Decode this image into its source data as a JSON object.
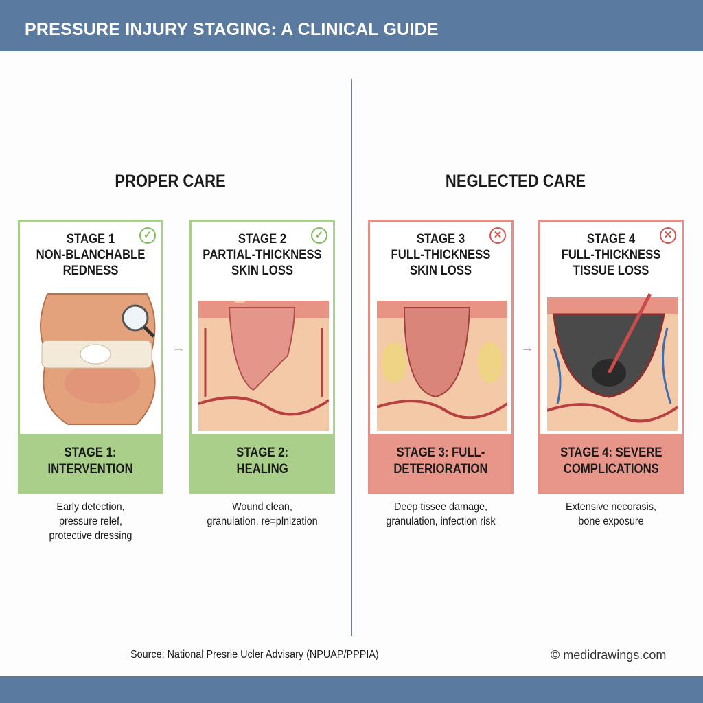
{
  "header": {
    "title": "PRESSURE INJURY STAGING: A CLINICAL GUIDE"
  },
  "sections": {
    "proper": "PROPER CARE",
    "neglected": "NEGLECTED CARE"
  },
  "cards": [
    {
      "title": "STAGE 1\nNON-BLANCHABLE\nREDNESS",
      "status": "check",
      "label": "STAGE 1:\nINTERVENTION",
      "desc": "Early detection,\npressure relef,\nprotective dressing"
    },
    {
      "title": "STAGE 2\nPARTIAL-THICKNESS\nSKIN LOSS",
      "status": "check",
      "label": "STAGE 2:\nHEALING",
      "desc": "Wound clean,\ngranulation, re=plnization"
    },
    {
      "title": "STAGE 3\nFULL-THICKNESS\nSKIN LOSS",
      "status": "cross",
      "label": "STAGE 3: FULL-\nDETERIORATION",
      "desc": "Deep tissee damage,\ngranulation, infection risk"
    },
    {
      "title": "STAGE 4\nFULL-THICKNESS\nTISSUE LOSS",
      "status": "cross",
      "label": "STAGE 4: SEVERE\nCOMPLICATIONS",
      "desc": "Extensive necorasis,\nbone exposure"
    }
  ],
  "icons": {
    "check": "✓",
    "cross": "✕",
    "arrow": "→"
  },
  "footer": {
    "source": "Source: National Presrie Ucler Advisary (NPUAP/PPPIA)",
    "copyright": "© medidrawings.com"
  },
  "colors": {
    "header": "#5b7aa0",
    "good": "#a9cf8a",
    "bad": "#e8968a"
  }
}
